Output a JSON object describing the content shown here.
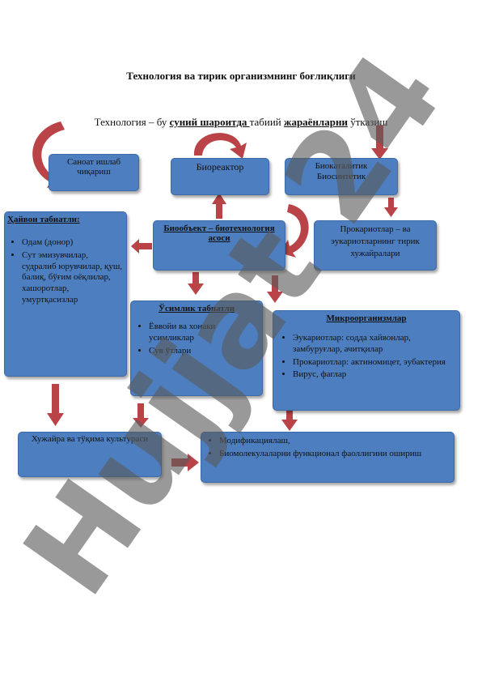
{
  "title": "Технология ва тирик организмнинг боғлиқлиги",
  "subtitle": {
    "p1": "Технология – бу ",
    "b1": "суний шароитда ",
    "p2": "табиий ",
    "b2": "жараёнларни",
    "p3": " ўтказиш"
  },
  "boxes": {
    "sanoat": "Саноат ишлаб чиқариш",
    "bioreaktor": "Биореактор",
    "biokatalitik": "Биокаталитик Биосинтетик",
    "hayvon": {
      "title": "Ҳайвон табиатли:",
      "items": [
        "Одам (донор)",
        "Сут эмизувчилар, судралиб юрувчилар, қуш, балиқ, бўғим оёқлилар, хашоротлар, умуртқасизлар"
      ]
    },
    "bioobyekt": "Биообъект – биотехнология асоси",
    "prokariot": "Прокариотлар – ва эукариотларнинг тирик хужайралари",
    "osimlik": {
      "title": "Ўсимлик табиатли",
      "items": [
        "Ёввойи ва хонаки усимликлар",
        "Сув ўтлари"
      ]
    },
    "mikro": {
      "title": "Микроорганизмлар",
      "items": [
        "Эукариотлар: содда хайвонлар, замбуруғлар, ачитқилар",
        "Прокариотлар: актиномицет, эубактерия",
        "Вирус, фаглар"
      ]
    },
    "hujayra": "Хужайра ва тўқима культураси",
    "modif": {
      "items": [
        "Модификациялаш,",
        "Биомолекулаларни функционал фаоллигини ошириш"
      ]
    }
  },
  "watermark": "Hujjat 24",
  "colors": {
    "box": "#4d7ebf",
    "arrow": "#b94347",
    "watermark_dark": "#5a5a5a",
    "watermark_light": "#c9b8f0"
  }
}
